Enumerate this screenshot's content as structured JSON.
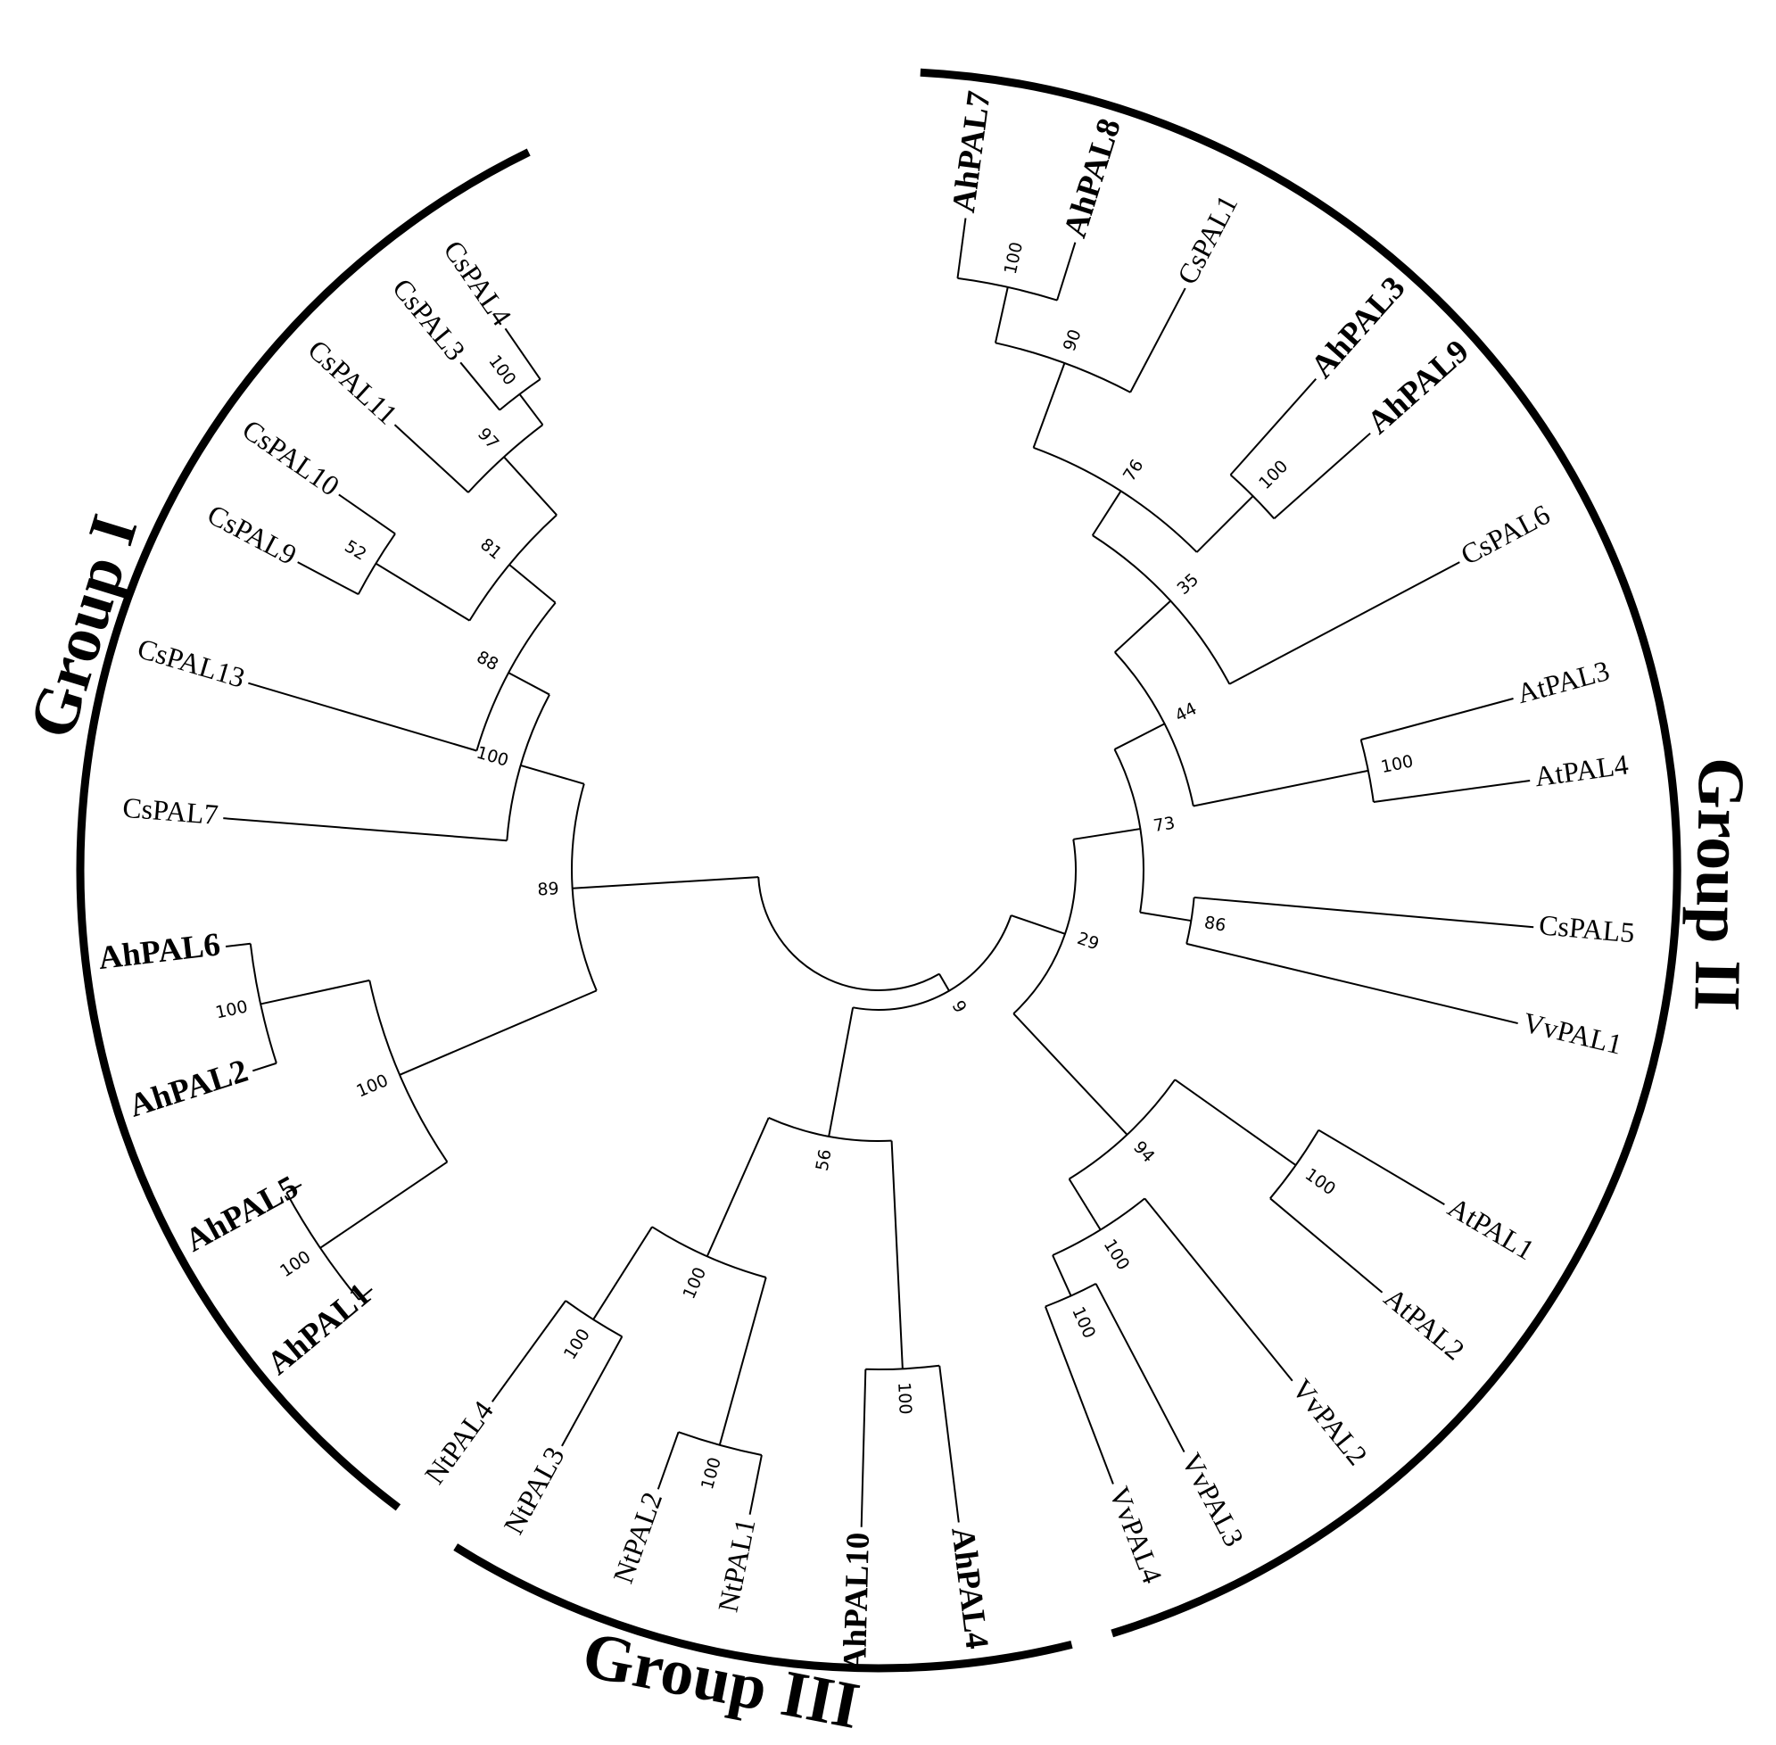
{
  "diagram": {
    "type": "circular-phylogenetic-tree",
    "groups": [
      {
        "id": "g1",
        "label": "Group I"
      },
      {
        "id": "g2",
        "label": "Group II"
      },
      {
        "id": "g3",
        "label": "Group III"
      }
    ],
    "leaves": [
      {
        "id": "CsPAL4",
        "label": "CsPAL4",
        "bold": false,
        "group": "g1"
      },
      {
        "id": "CsPAL3",
        "label": "CsPAL3",
        "bold": false,
        "group": "g1"
      },
      {
        "id": "CsPAL11",
        "label": "CsPAL11",
        "bold": false,
        "group": "g1"
      },
      {
        "id": "CsPAL10",
        "label": "CsPAL10",
        "bold": false,
        "group": "g1"
      },
      {
        "id": "CsPAL9",
        "label": "CsPAL9",
        "bold": false,
        "group": "g1"
      },
      {
        "id": "CsPAL13",
        "label": "CsPAL13",
        "bold": false,
        "group": "g1"
      },
      {
        "id": "CsPAL7",
        "label": "CsPAL7",
        "bold": false,
        "group": "g1"
      },
      {
        "id": "AhPAL6",
        "label": "AhPAL6",
        "bold": true,
        "group": "g1"
      },
      {
        "id": "AhPAL2",
        "label": "AhPAL2",
        "bold": true,
        "group": "g1"
      },
      {
        "id": "AhPAL5",
        "label": "AhPAL5",
        "bold": true,
        "group": "g1"
      },
      {
        "id": "AhPAL1",
        "label": "AhPAL1",
        "bold": true,
        "group": "g1"
      },
      {
        "id": "NtPAL4",
        "label": "NtPAL4",
        "bold": false,
        "group": "g3"
      },
      {
        "id": "NtPAL3",
        "label": "NtPAL3",
        "bold": false,
        "group": "g3"
      },
      {
        "id": "NtPAL2",
        "label": "NtPAL2",
        "bold": false,
        "group": "g3"
      },
      {
        "id": "NtPAL1",
        "label": "NtPAL1",
        "bold": false,
        "group": "g3"
      },
      {
        "id": "AhPAL10",
        "label": "AhPAL10",
        "bold": true,
        "group": "g3"
      },
      {
        "id": "AhPAL4",
        "label": "AhPAL4",
        "bold": true,
        "group": "g3"
      },
      {
        "id": "VvPAL4",
        "label": "VvPAL4",
        "bold": false,
        "group": "g2"
      },
      {
        "id": "VvPAL3",
        "label": "VvPAL3",
        "bold": false,
        "group": "g2"
      },
      {
        "id": "VvPAL2",
        "label": "VvPAL2",
        "bold": false,
        "group": "g2"
      },
      {
        "id": "AtPAL2",
        "label": "AtPAL2",
        "bold": false,
        "group": "g2"
      },
      {
        "id": "AtPAL1",
        "label": "AtPAL1",
        "bold": false,
        "group": "g2"
      },
      {
        "id": "VvPAL1",
        "label": "VvPAL1",
        "bold": false,
        "group": "g2"
      },
      {
        "id": "CsPAL5",
        "label": "CsPAL5",
        "bold": false,
        "group": "g2"
      },
      {
        "id": "AtPAL4",
        "label": "AtPAL4",
        "bold": false,
        "group": "g2"
      },
      {
        "id": "AtPAL3",
        "label": "AtPAL3",
        "bold": false,
        "group": "g2"
      },
      {
        "id": "CsPAL6",
        "label": "CsPAL6",
        "bold": false,
        "group": "g2"
      },
      {
        "id": "AhPAL9",
        "label": "AhPAL9",
        "bold": true,
        "group": "g2"
      },
      {
        "id": "AhPAL3",
        "label": "AhPAL3",
        "bold": true,
        "group": "g2"
      },
      {
        "id": "CsPAL1",
        "label": "CsPAL1",
        "bold": false,
        "group": "g2"
      },
      {
        "id": "AhPAL8",
        "label": "AhPAL8",
        "bold": true,
        "group": "g2"
      },
      {
        "id": "AhPAL7",
        "label": "AhPAL7",
        "bold": true,
        "group": "g2"
      }
    ],
    "tree": {
      "id": "root",
      "support": null,
      "children": [
        {
          "id": "n89",
          "support": "89",
          "children": [
            {
              "id": "n100a",
              "support": "100",
              "children": [
                {
                  "id": "n88",
                  "support": "88",
                  "children": [
                    {
                      "id": "n81",
                      "support": "81",
                      "children": [
                        {
                          "id": "n97",
                          "support": "97",
                          "children": [
                            {
                              "id": "n100b",
                              "support": "100",
                              "children": [
                                {
                                  "leaf": "CsPAL4"
                                },
                                {
                                  "leaf": "CsPAL3"
                                }
                              ]
                            },
                            {
                              "leaf": "CsPAL11"
                            }
                          ]
                        },
                        {
                          "id": "n52",
                          "support": "52",
                          "children": [
                            {
                              "leaf": "CsPAL10"
                            },
                            {
                              "leaf": "CsPAL9"
                            }
                          ]
                        }
                      ]
                    },
                    {
                      "leaf": "CsPAL13"
                    }
                  ]
                },
                {
                  "leaf": "CsPAL7"
                }
              ]
            },
            {
              "id": "n100c",
              "support": "100",
              "children": [
                {
                  "id": "n100d",
                  "support": "100",
                  "children": [
                    {
                      "leaf": "AhPAL6"
                    },
                    {
                      "leaf": "AhPAL2"
                    }
                  ]
                },
                {
                  "id": "n100e",
                  "support": "100",
                  "children": [
                    {
                      "leaf": "AhPAL5"
                    },
                    {
                      "leaf": "AhPAL1"
                    }
                  ]
                }
              ]
            }
          ]
        },
        {
          "id": "n9",
          "support": "9",
          "children": [
            {
              "id": "n56",
              "support": "56",
              "children": [
                {
                  "id": "n100f",
                  "support": "100",
                  "children": [
                    {
                      "id": "n100g",
                      "support": "100",
                      "children": [
                        {
                          "leaf": "NtPAL4"
                        },
                        {
                          "leaf": "NtPAL3"
                        }
                      ]
                    },
                    {
                      "id": "n100h",
                      "support": "100",
                      "children": [
                        {
                          "leaf": "NtPAL2"
                        },
                        {
                          "leaf": "NtPAL1"
                        }
                      ]
                    }
                  ]
                },
                {
                  "id": "n100i",
                  "support": "100",
                  "children": [
                    {
                      "leaf": "AhPAL10"
                    },
                    {
                      "leaf": "AhPAL4"
                    }
                  ]
                }
              ]
            },
            {
              "id": "n29",
              "support": "29",
              "children": [
                {
                  "id": "n94",
                  "support": "94",
                  "children": [
                    {
                      "id": "n100j",
                      "support": "100",
                      "children": [
                        {
                          "id": "n100k",
                          "support": "100",
                          "children": [
                            {
                              "leaf": "VvPAL4"
                            },
                            {
                              "leaf": "VvPAL3"
                            }
                          ]
                        },
                        {
                          "leaf": "VvPAL2"
                        }
                      ]
                    },
                    {
                      "id": "n100l",
                      "support": "100",
                      "children": [
                        {
                          "leaf": "AtPAL2"
                        },
                        {
                          "leaf": "AtPAL1"
                        }
                      ]
                    }
                  ]
                },
                {
                  "id": "n73",
                  "support": "73",
                  "children": [
                    {
                      "id": "n86",
                      "support": "86",
                      "children": [
                        {
                          "leaf": "VvPAL1"
                        },
                        {
                          "leaf": "CsPAL5"
                        }
                      ]
                    },
                    {
                      "id": "n44",
                      "support": "44",
                      "children": [
                        {
                          "id": "n100m",
                          "support": "100",
                          "children": [
                            {
                              "leaf": "AtPAL4"
                            },
                            {
                              "leaf": "AtPAL3"
                            }
                          ]
                        },
                        {
                          "id": "n35",
                          "support": "35",
                          "children": [
                            {
                              "leaf": "CsPAL6"
                            },
                            {
                              "id": "n76",
                              "support": "76",
                              "children": [
                                {
                                  "id": "n100n",
                                  "support": "100",
                                  "children": [
                                    {
                                      "leaf": "AhPAL9"
                                    },
                                    {
                                      "leaf": "AhPAL3"
                                    }
                                  ]
                                },
                                {
                                  "id": "n90",
                                  "support": "90",
                                  "children": [
                                    {
                                      "leaf": "CsPAL1"
                                    },
                                    {
                                      "id": "n100o",
                                      "support": "100",
                                      "children": [
                                        {
                                          "leaf": "AhPAL8"
                                        },
                                        {
                                          "leaf": "AhPAL7"
                                        }
                                      ]
                                    }
                                  ]
                                }
                              ]
                            }
                          ]
                        }
                      ]
                    }
                  ]
                }
              ]
            }
          ]
        }
      ]
    }
  }
}
